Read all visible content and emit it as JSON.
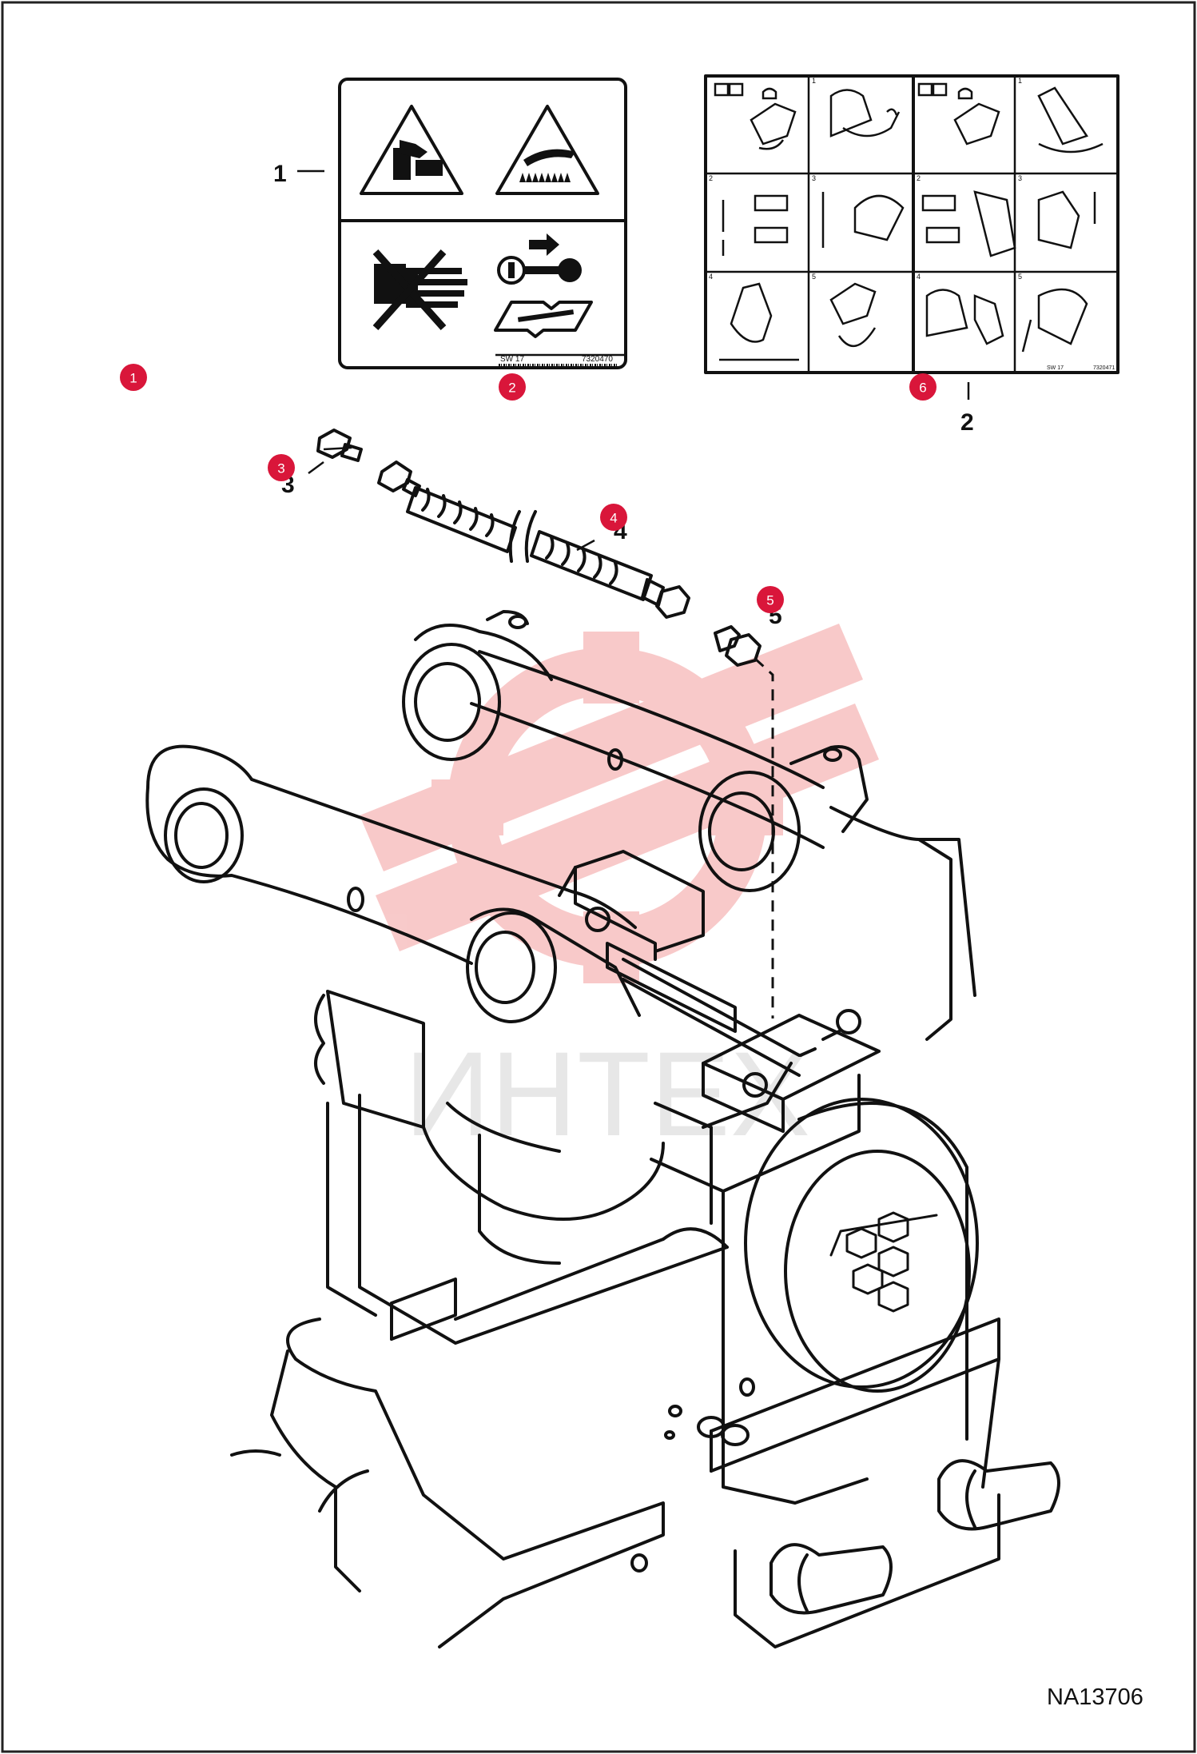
{
  "drawing_id": "NA13706",
  "watermark_text": "ИНТЕХ",
  "decal_1": {
    "callout": "1",
    "code": "SW 17",
    "part_number": "7320470"
  },
  "decal_2": {
    "callout": "2",
    "code": "SW 17",
    "part_number": "7320471",
    "panel_steps": [
      "1",
      "2",
      "3",
      "4",
      "5",
      "1",
      "2",
      "3",
      "4",
      "5"
    ]
  },
  "callouts": [
    {
      "id": "1",
      "label": "1"
    },
    {
      "id": "2",
      "label": "2"
    },
    {
      "id": "3",
      "label": "3"
    },
    {
      "id": "4",
      "label": "4"
    },
    {
      "id": "5",
      "label": "5"
    },
    {
      "id": "6",
      "label": "6"
    }
  ],
  "hotspots": [
    {
      "id": 1,
      "label": "1"
    },
    {
      "id": 2,
      "label": "2"
    },
    {
      "id": 3,
      "label": "3"
    },
    {
      "id": 4,
      "label": "4"
    },
    {
      "id": 5,
      "label": "5"
    },
    {
      "id": 6,
      "label": "6"
    }
  ],
  "colors": {
    "hotspot": "#d9163a",
    "line": "#111111",
    "watermark": "#f3a9a9"
  }
}
